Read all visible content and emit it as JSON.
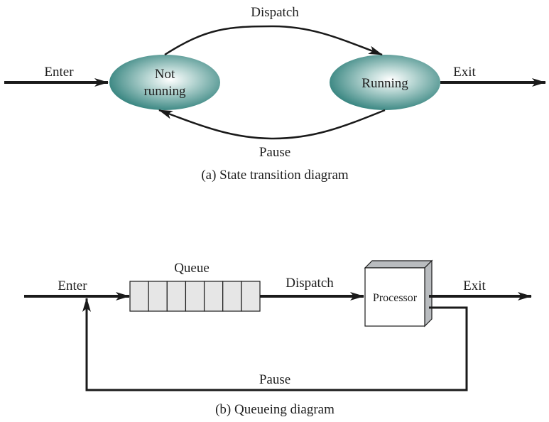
{
  "state_diagram": {
    "caption": "(a) State transition diagram",
    "states": [
      {
        "id": "not_running",
        "label_lines": [
          "Not",
          "running"
        ]
      },
      {
        "id": "running",
        "label_lines": [
          "Running"
        ]
      }
    ],
    "transitions": {
      "enter": "Enter",
      "dispatch": "Dispatch",
      "pause": "Pause",
      "exit": "Exit"
    },
    "colors": {
      "state_fill_edge": "#2e7f7a",
      "state_fill_center": "#ffffff",
      "line": "#1a1a1a"
    }
  },
  "queueing_diagram": {
    "caption": "(b) Queueing diagram",
    "queue_label": "Queue",
    "queue_slots": 7,
    "processor_label": "Processor",
    "flows": {
      "enter": "Enter",
      "dispatch": "Dispatch",
      "exit": "Exit",
      "pause": "Pause"
    },
    "colors": {
      "queue_fill": "#e6e6e6",
      "processor_fill": "#ffffff",
      "processor_side": "#b9bcbf",
      "line": "#1a1a1a"
    }
  }
}
